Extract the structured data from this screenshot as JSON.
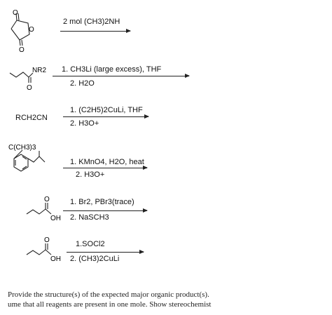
{
  "problems": [
    {
      "substrate": {
        "atoms": [
          "O",
          "O",
          "O"
        ]
      },
      "conditions": [
        "2 mol (CH3)2NH"
      ]
    },
    {
      "substrate": {
        "atoms": [
          "NR2",
          "O"
        ]
      },
      "conditions": [
        "1. CH3Li (large excess), THF",
        "2. H2O"
      ]
    },
    {
      "substrate": {
        "formula": "RCH2CN"
      },
      "conditions": [
        "1. (C2H5)2CuLi, THF",
        "2. H3O+"
      ]
    },
    {
      "substrate": {
        "atoms": [
          "C(CH3)3"
        ]
      },
      "conditions": [
        "1. KMnO4, H2O, heat",
        "2. H3O+"
      ]
    },
    {
      "substrate": {
        "atoms": [
          "O",
          "OH"
        ]
      },
      "conditions": [
        "1. Br2, PBr3(trace)",
        "2. NaSCH3"
      ]
    },
    {
      "substrate": {
        "atoms": [
          "O",
          "OH"
        ]
      },
      "conditions": [
        "1.SOCl2",
        "2. (CH3)2CuLi"
      ]
    }
  ],
  "instructions": {
    "line1": "Provide the structure(s) of the expected major organic product(s).",
    "line2": "ume that all reagents are present in one mole. Show stereochemist"
  }
}
